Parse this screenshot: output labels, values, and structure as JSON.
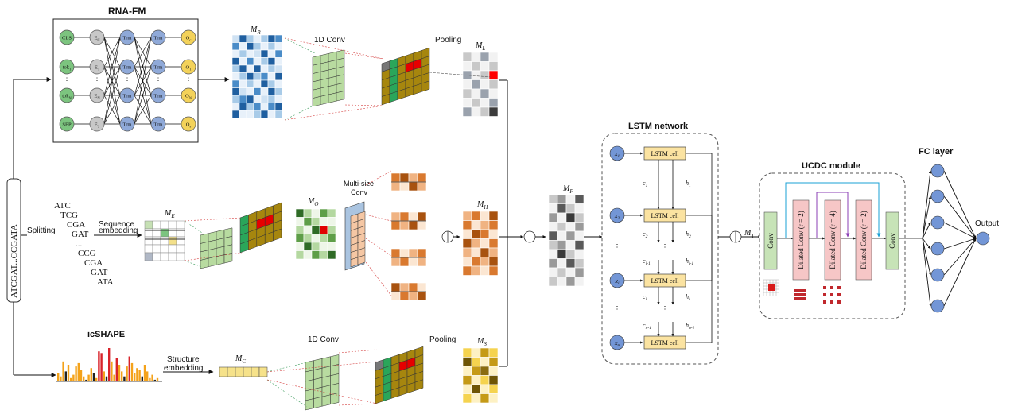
{
  "rna_fm": {
    "title": "RNA-FM",
    "input_nodes": [
      "CLS",
      "tok",
      "tok",
      "SEP"
    ],
    "input_subs": [
      "",
      "1",
      "N",
      ""
    ],
    "embed_nodes": [
      "E",
      "E",
      "E",
      "E"
    ],
    "embed_subs": [
      "C",
      "1",
      "N",
      "S"
    ],
    "trm_label": "Trm",
    "out_nodes": [
      "O",
      "O",
      "O",
      "O"
    ],
    "out_subs": [
      "c",
      "1",
      "N",
      "s"
    ],
    "ellipsis": "⋮"
  },
  "sequence": {
    "input_text": "ATCGAT...CCGATA",
    "splitting_label": "Splitting",
    "kmers": [
      "ATC",
      "TCG",
      "CGA",
      "GAT",
      "...",
      "CCG",
      "CGA",
      "GAT",
      "ATA"
    ],
    "kmer_colors": [
      "#d9272d",
      "#2e8b57",
      "#e0891a",
      "#1f5fa8",
      "#333333",
      "#2e8b57",
      "#e0891a",
      "#1f5fa8",
      "#d9272d"
    ],
    "embedding_label_1": "Sequence",
    "embedding_label_2": "embedding"
  },
  "structure": {
    "title": "icSHAPE",
    "embedding_label_1": "Structure",
    "embedding_label_2": "embedding"
  },
  "labels": {
    "conv1d_top": "1D Conv",
    "pooling_top": "Pooling",
    "multisize_1": "Multi-size",
    "multisize_2": "Conv",
    "conv1d_bottom": "1D Conv",
    "pooling_bottom": "Pooling"
  },
  "matrices": {
    "MR": "M",
    "MR_sub": "R",
    "ML": "M",
    "ML_sub": "L",
    "ME": "M",
    "ME_sub": "E",
    "MO": "M",
    "MO_sub": "O",
    "MH": "M",
    "MH_sub": "H",
    "MC": "M",
    "MC_sub": "C",
    "MS": "M",
    "MS_sub": "S",
    "MF": "M",
    "MF_sub": "F",
    "MT": "M",
    "MT_sub": "T"
  },
  "lstm": {
    "title": "LSTM network",
    "cell_label": "LSTM cell",
    "inputs": [
      [
        "x",
        "1"
      ],
      [
        "x",
        "2"
      ],
      [
        "x",
        "i"
      ],
      [
        "x",
        "n"
      ]
    ],
    "c_labels": [
      [
        "c",
        "1"
      ],
      [
        "c",
        "2"
      ],
      [
        "c",
        "i-1"
      ],
      [
        "c",
        "i"
      ],
      [
        "c",
        "n-1"
      ]
    ],
    "h_labels": [
      [
        "h",
        "1"
      ],
      [
        "h",
        "2"
      ],
      [
        "h",
        "i-1"
      ],
      [
        "h",
        "i"
      ],
      [
        "h",
        "n-1"
      ]
    ],
    "dots": "⋮"
  },
  "ucdc": {
    "title": "UCDC module",
    "conv_label": "Conv",
    "dilated": [
      "Dilated Conv (r = 2)",
      "Dilated Conv (r = 4)",
      "Dilated Conv (r = 2)"
    ],
    "conv_out_label": "Conv"
  },
  "fc": {
    "title": "FC layer",
    "output_label": "Output"
  },
  "colors": {
    "blue_node": "#8fa9d8",
    "gray_node": "#c8c8c8",
    "yellow_node": "#f3d25a",
    "green_node": "#7cc47f",
    "lstm_cell": "#fbe3a1",
    "dilated_fill": "#f6c6c6",
    "conv_green": "#c7e3b7",
    "fc_node": "#7396d6"
  }
}
